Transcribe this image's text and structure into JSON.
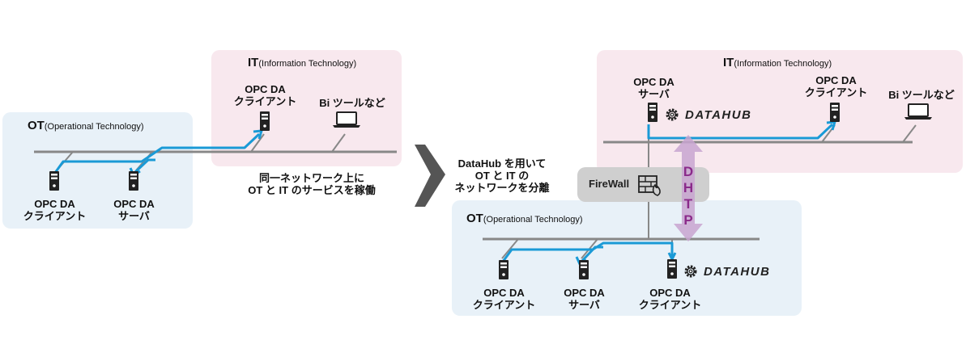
{
  "left": {
    "ot": {
      "title": "OT",
      "subtitle": "(Operational Technology)"
    },
    "it": {
      "title": "IT",
      "subtitle": "(Information Technology)"
    },
    "it_server": [
      "OPC DA",
      "クライアント"
    ],
    "it_tool": "Bi ツールなど",
    "ot_client": [
      "OPC DA",
      "クライアント"
    ],
    "ot_server": [
      "OPC DA",
      "サーバ"
    ],
    "caption": [
      "同一ネットワーク上に",
      "OT と IT のサービスを稼働"
    ]
  },
  "middle": {
    "caption": [
      "DataHub を用いて",
      "OT と IT の",
      "ネットワークを分離"
    ]
  },
  "right": {
    "it": {
      "title": "IT",
      "subtitle": "(Information Technology)"
    },
    "it_server": [
      "OPC DA",
      "サーバ"
    ],
    "it_client": [
      "OPC DA",
      "クライアント"
    ],
    "it_tool": "Bi ツールなど",
    "datahub_logo": "DATAHUB",
    "firewall": "FireWall",
    "dhtp": [
      "D",
      "H",
      "T",
      "P"
    ],
    "ot": {
      "title": "OT",
      "subtitle": "(Operational Technology)"
    },
    "ot_client1": [
      "OPC DA",
      "クライアント"
    ],
    "ot_server": [
      "OPC DA",
      "サーバ"
    ],
    "ot_client2": [
      "OPC DA",
      "クライアント"
    ],
    "ot_datahub_logo": "DATAHUB"
  },
  "colors": {
    "ot_zone": "#e8f1f8",
    "it_zone": "#f8e8ee",
    "network_line": "#888888",
    "data_flow": "#1a9ad6",
    "dhtp_arrow": "#c8a4d0",
    "dhtp_text": "#8a2a8a",
    "firewall_box": "#cfcfcf"
  }
}
